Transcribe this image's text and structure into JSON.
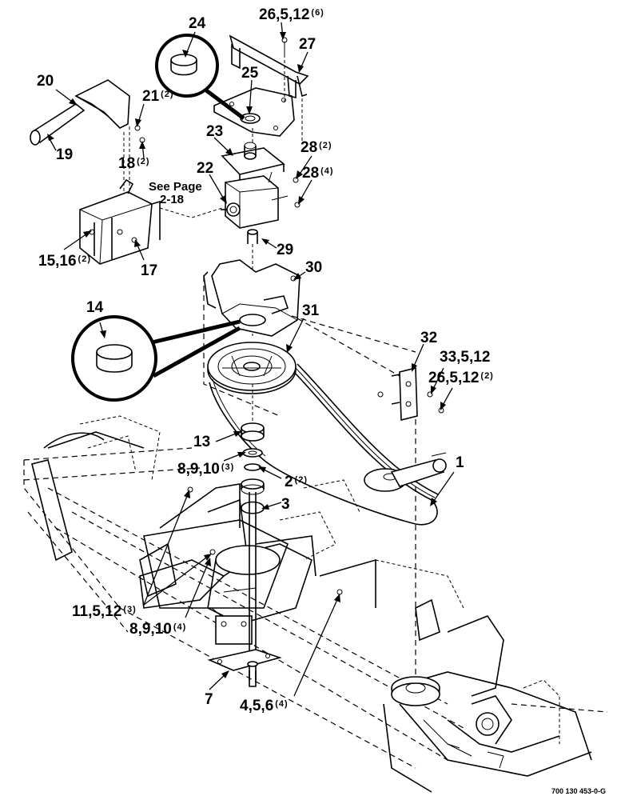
{
  "figure_code": "700 130 453-0-G",
  "callouts": [
    {
      "id": "c24",
      "num": "24",
      "qty": ""
    },
    {
      "id": "c26a",
      "num": "26,5,12",
      "qty": "(6)"
    },
    {
      "id": "c27",
      "num": "27",
      "qty": ""
    },
    {
      "id": "c25",
      "num": "25",
      "qty": ""
    },
    {
      "id": "c20",
      "num": "20",
      "qty": ""
    },
    {
      "id": "c21",
      "num": "21",
      "qty": "(2)"
    },
    {
      "id": "c19",
      "num": "19",
      "qty": ""
    },
    {
      "id": "c18",
      "num": "18",
      "qty": "(2)"
    },
    {
      "id": "c23",
      "num": "23",
      "qty": ""
    },
    {
      "id": "c28a",
      "num": "28",
      "qty": "(2)"
    },
    {
      "id": "c28b",
      "num": "28",
      "qty": "(4)"
    },
    {
      "id": "c22",
      "num": "22",
      "qty": ""
    },
    {
      "id": "c15",
      "num": "15,16",
      "qty": "(2)"
    },
    {
      "id": "c17",
      "num": "17",
      "qty": ""
    },
    {
      "id": "c29",
      "num": "29",
      "qty": ""
    },
    {
      "id": "c30",
      "num": "30",
      "qty": ""
    },
    {
      "id": "c14",
      "num": "14",
      "qty": ""
    },
    {
      "id": "c31",
      "num": "31",
      "qty": ""
    },
    {
      "id": "c32",
      "num": "32",
      "qty": ""
    },
    {
      "id": "c33",
      "num": "33,5,12",
      "qty": ""
    },
    {
      "id": "c26b",
      "num": "26,5,12",
      "qty": "(2)"
    },
    {
      "id": "c13",
      "num": "13",
      "qty": ""
    },
    {
      "id": "c8a",
      "num": "8,9,10",
      "qty": "(3)"
    },
    {
      "id": "c2",
      "num": "2",
      "qty": "(2)"
    },
    {
      "id": "c1",
      "num": "1",
      "qty": ""
    },
    {
      "id": "c3",
      "num": "3",
      "qty": ""
    },
    {
      "id": "c11",
      "num": "11,5,12",
      "qty": "(3)"
    },
    {
      "id": "c8b",
      "num": "8,9,10",
      "qty": "(4)"
    },
    {
      "id": "c7",
      "num": "7",
      "qty": ""
    },
    {
      "id": "c4",
      "num": "4,5,6",
      "qty": "(4)"
    }
  ],
  "see_page": {
    "line1": "See Page",
    "line2": "2-18"
  }
}
